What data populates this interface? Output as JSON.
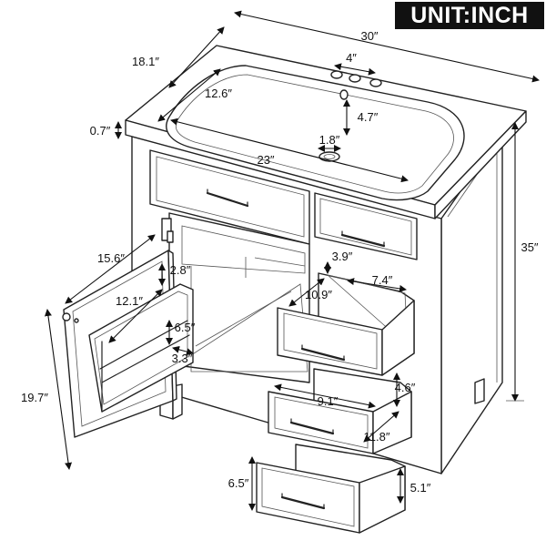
{
  "header": {
    "unit_label": "UNIT:INCH"
  },
  "dimensions": {
    "overall_width": "30″",
    "overall_depth": "18.1″",
    "overall_height": "35″",
    "top_thickness": "0.7″",
    "faucet_spacing": "4″",
    "basin_depth": "12.6″",
    "basin_to_faucet": "4.7″",
    "drain_diameter": "1.8″",
    "basin_width": "23″",
    "door_width": "15.6″",
    "shelf_offset": "2.8″",
    "door_shelf_height": "12.1″",
    "door_rack_height": "6.5″",
    "door_rack_depth": "3.3″",
    "door_height": "19.7″",
    "drawer_front_gap": "3.9″",
    "drawer_inner_width": "7.4″",
    "drawer_inner_depth": "10.9″",
    "drawer_length": "9.1″",
    "drawer_inner_height": "4.6″",
    "drawer_outer_depth": "11.8″",
    "bottom_drawer_front": "6.5″",
    "bottom_drawer_height": "5.1″"
  },
  "colors": {
    "line": "#222222",
    "badge_bg": "#111111",
    "badge_text": "#ffffff"
  }
}
